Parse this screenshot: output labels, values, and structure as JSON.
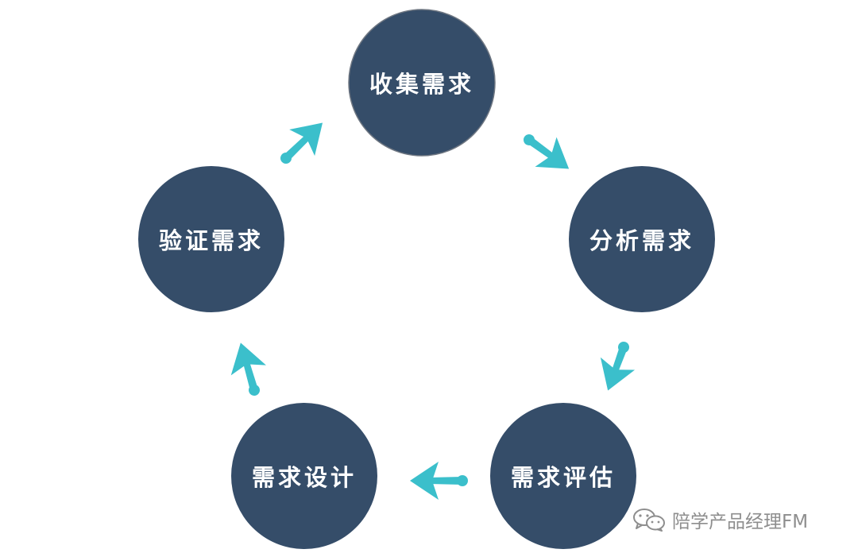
{
  "diagram": {
    "nodes": [
      {
        "label": "收集需求"
      },
      {
        "label": "分析需求"
      },
      {
        "label": "需求评估"
      },
      {
        "label": "需求设计"
      },
      {
        "label": "验证需求"
      }
    ],
    "edges": [
      {
        "from": "收集需求",
        "to": "分析需求"
      },
      {
        "from": "分析需求",
        "to": "需求评估"
      },
      {
        "from": "需求评估",
        "to": "需求设计"
      },
      {
        "from": "需求设计",
        "to": "验证需求"
      },
      {
        "from": "验证需求",
        "to": "收集需求"
      }
    ]
  },
  "watermark": {
    "icon": "wechat-icon",
    "text": "陪学产品经理FM"
  },
  "colors": {
    "node_fill": "#354d69",
    "arrow": "#3bbfcb",
    "node_text": "#ffffff",
    "watermark_text": "#8e8e8e"
  }
}
